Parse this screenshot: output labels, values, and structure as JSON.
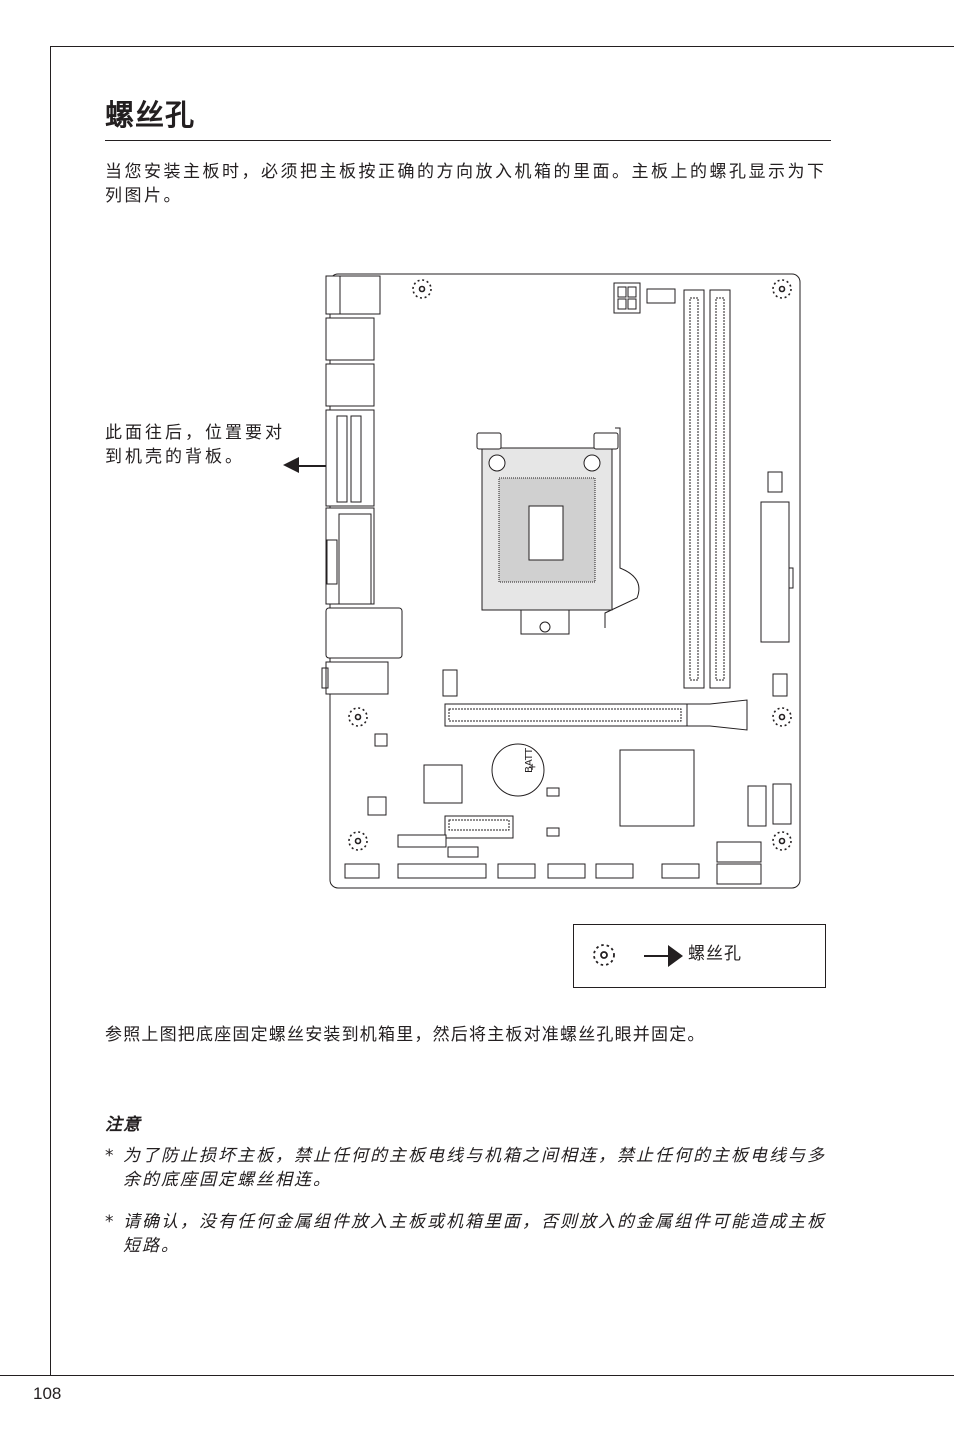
{
  "heading": {
    "title": "螺丝孔"
  },
  "intro": "当您安装主板时，必须把主板按正确的方向放入机箱的里面。主板上的螺孔显示为下列图片。",
  "side_note": "此面往后，位置要对到机壳的背板。",
  "board_labels": {
    "battery": "BATT",
    "battery_polarity": "+"
  },
  "legend": {
    "text": "螺丝孔",
    "icon": "screw-hole-icon"
  },
  "instruction": "参照上图把底座固定螺丝安装到机箱里，然后将主板对准螺丝孔眼并固定。",
  "notes": {
    "title": "注意",
    "items": [
      "为了防止损坏主板，禁止任何的主板电线与机箱之间相连，禁止任何的主板电线与多余的底座固定螺丝相连。",
      "请确认，没有任何金属组件放入主板或机箱里面，否则放入的金属组件可能造成主板短路。"
    ],
    "bullet": "*"
  },
  "page_number": "108"
}
